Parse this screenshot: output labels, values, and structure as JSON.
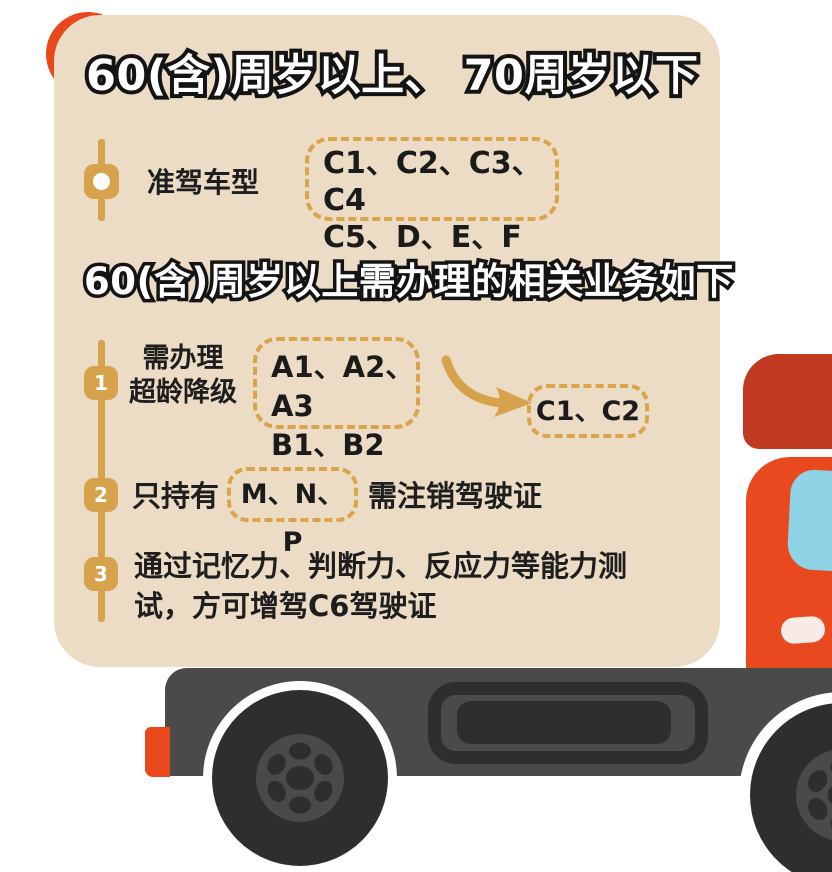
{
  "colors": {
    "card_bg": "#ecdcc6",
    "accent_gold": "#d7a24c",
    "dashed_border_gold": "#d9a44a",
    "text_dark": "#1e1e1e",
    "title_fill": "#ffffff",
    "title_outline": "#141414",
    "truck_red": "#e8491f",
    "truck_spoiler_dark_red": "#bf3a20",
    "window_blue": "#8fd3e6",
    "chassis_gray": "#4a4a48",
    "tire_dark": "#2e2e2c"
  },
  "sections": [
    {
      "title": "60(含)周岁以上、 70周岁以下",
      "items": [
        {
          "label": "准驾车型",
          "box_lines": [
            "C1、C2、C3、C4",
            "C5、D、E、F"
          ]
        }
      ]
    },
    {
      "title": "60(含)周岁以上需办理的相关业务如下",
      "items": [
        {
          "num": "1",
          "label_lines": [
            "需办理",
            "超龄降级"
          ],
          "from_box_lines": [
            "A1、A2、A3",
            "B1、B2"
          ],
          "to_box": "C1、C2"
        },
        {
          "num": "2",
          "text_before": "只持有",
          "box": "M、N、P",
          "text_after": "需注销驾驶证"
        },
        {
          "num": "3",
          "text_lines": [
            "通过记忆力、判断力、反应力等能力测",
            "试，方可增驾C6驾驶证"
          ]
        }
      ]
    }
  ]
}
